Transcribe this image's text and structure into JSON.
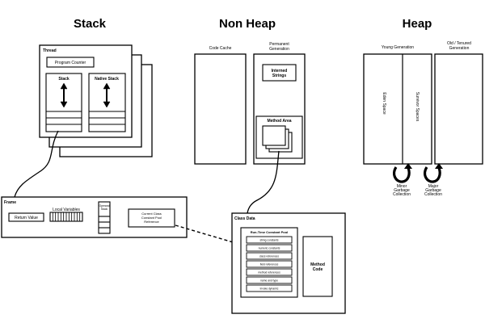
{
  "headings": {
    "stack": "Stack",
    "non_heap": "Non Heap",
    "heap": "Heap"
  },
  "stack_area": {
    "thread": "Thread",
    "program_counter": "Program Counter",
    "stack": "Stack",
    "native_stack": "Native Stack"
  },
  "non_heap": {
    "code_cache": "Code Cache",
    "permanent_generation": [
      "Permanent",
      "Generation"
    ],
    "interned_strings": [
      "Interned",
      "Strings"
    ],
    "method_area": "Method Area"
  },
  "heap": {
    "young_generation": "Young Generation",
    "old_tenured_generation": [
      "Old / Tenured",
      "Generation"
    ],
    "eden_space": "Eden Space",
    "survivor_spaces": "Survivor Spaces",
    "minor_gc": [
      "Minor",
      "Garbage",
      "Collection"
    ],
    "major_gc": [
      "Major",
      "Garbage",
      "Collection"
    ]
  },
  "frame": {
    "title": "Frame",
    "return_value": "Return Value",
    "local_variables": "Local Variables",
    "operand_stack": [
      "Operand",
      "Stack"
    ],
    "constant_pool_ref": [
      "Current Class",
      "Constant Pool",
      "Reference"
    ]
  },
  "class_data": {
    "title": "Class Data",
    "run_time_constant_pool": "Run-Time Constant Pool",
    "pool_items": [
      "string constants",
      "numeric constants",
      "class references",
      "field references",
      "method references",
      "name and type",
      "invoke dynamic"
    ],
    "method_code": [
      "Method",
      "Code"
    ]
  },
  "colors": {
    "stroke": "#000000",
    "background": "#ffffff"
  }
}
